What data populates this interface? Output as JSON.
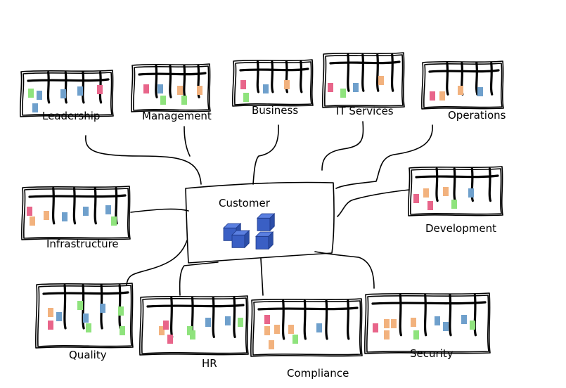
{
  "colors": {
    "pink": "#e8658a",
    "green": "#8fe37d",
    "blue": "#6fa0cc",
    "orange": "#f2b27e",
    "cube_fill": "#3a5fc4",
    "cube_stroke": "#1e3a8a"
  },
  "hub": {
    "label": "Customer"
  },
  "teams": [
    {
      "label": "Leadership"
    },
    {
      "label": "Management"
    },
    {
      "label": "Business"
    },
    {
      "label": "IT Services"
    },
    {
      "label": "Operations"
    },
    {
      "label": "Infrastructure"
    },
    {
      "label": "Development"
    },
    {
      "label": "Quality"
    },
    {
      "label": "HR"
    },
    {
      "label": "Compliance"
    },
    {
      "label": "Security"
    }
  ]
}
